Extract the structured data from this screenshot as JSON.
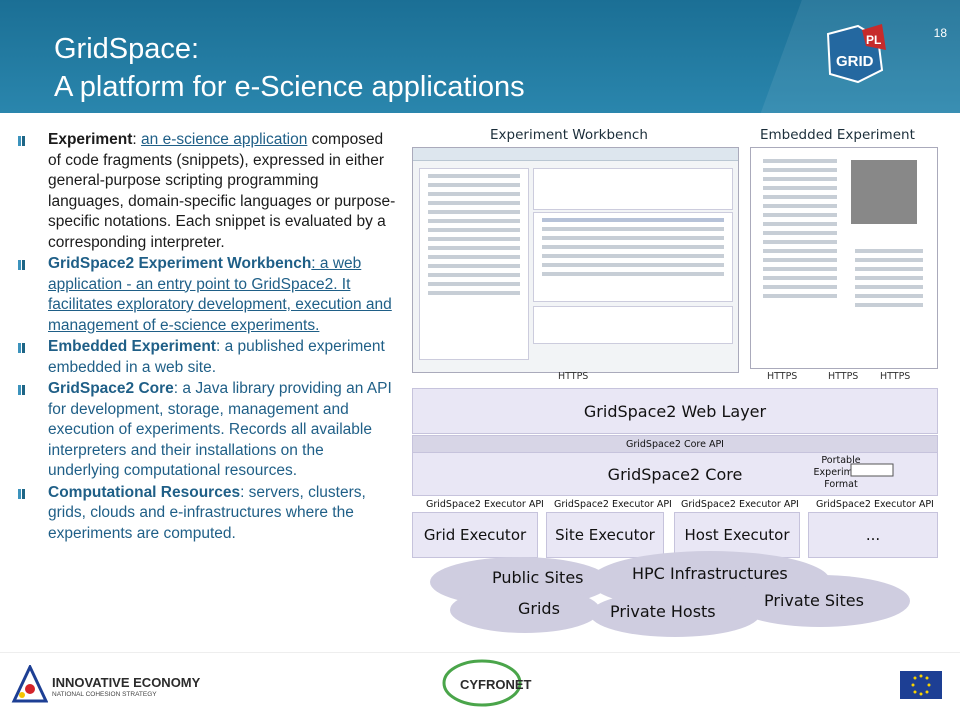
{
  "slide": {
    "title_line1": "GridSpace:",
    "title_line2": "A platform for e-Science applications",
    "page_number": "18"
  },
  "bullets": [
    {
      "term": "Experiment",
      "term_rest": ": ",
      "link": "an e-science application",
      "text": " composed of code fragments (snippets), expressed in either general-purpose scripting programming languages, domain-specific languages or purpose-specific notations. Each snippet is evaluated by a corresponding interpreter."
    },
    {
      "term": "GridSpace2 Experiment Workbench",
      "link": ": a web application - an entry point to GridSpace2. It facilitates exploratory development, execution and management of e-science experiments.",
      "text": ""
    },
    {
      "term": "Embedded Experiment",
      "text": ": a published experiment embedded in a web site."
    },
    {
      "term": "GridSpace2 Core",
      "text": ": a Java library providing an API for development, storage, management and execution of experiments. Records all available interpreters and their installations on the underlying computational resources."
    },
    {
      "term": "Computational Resources",
      "text": ": servers, clusters, grids, clouds and e-infrastructures where the experiments are computed."
    }
  ],
  "architecture": {
    "caption_workbench": "Experiment Workbench",
    "caption_embedded": "Embedded Experiment",
    "https_labels": [
      "HTTPS",
      "HTTPS",
      "HTTPS",
      "HTTPS"
    ],
    "web_layer": "GridSpace2 Web Layer",
    "core_api": "GridSpace2 Core API",
    "core": "GridSpace2 Core",
    "portable_format": "Portable Experiment Format",
    "executor_api_labels": [
      "GridSpace2 Executor API",
      "GridSpace2 Executor API",
      "GridSpace2 Executor API",
      "GridSpace2 Executor API"
    ],
    "executors": [
      "Grid Executor",
      "Site Executor",
      "Host Executor",
      "..."
    ],
    "resources": [
      "Public Sites",
      "HPC Infrastructures",
      "Grids",
      "Private Hosts",
      "Private Sites"
    ]
  },
  "footer": {
    "ie_title": "INNOVATIVE ECONOMY",
    "ie_subtitle": "NATIONAL COHESION STRATEGY",
    "cyfronet": "CYFRONET",
    "pl_grid_logo": "PL GRID"
  },
  "colors": {
    "header": "#2a86ad",
    "accent_text": "#1f5f87",
    "box_fill": "#e9e7f5",
    "cloud_fill": "#cfcde0"
  }
}
